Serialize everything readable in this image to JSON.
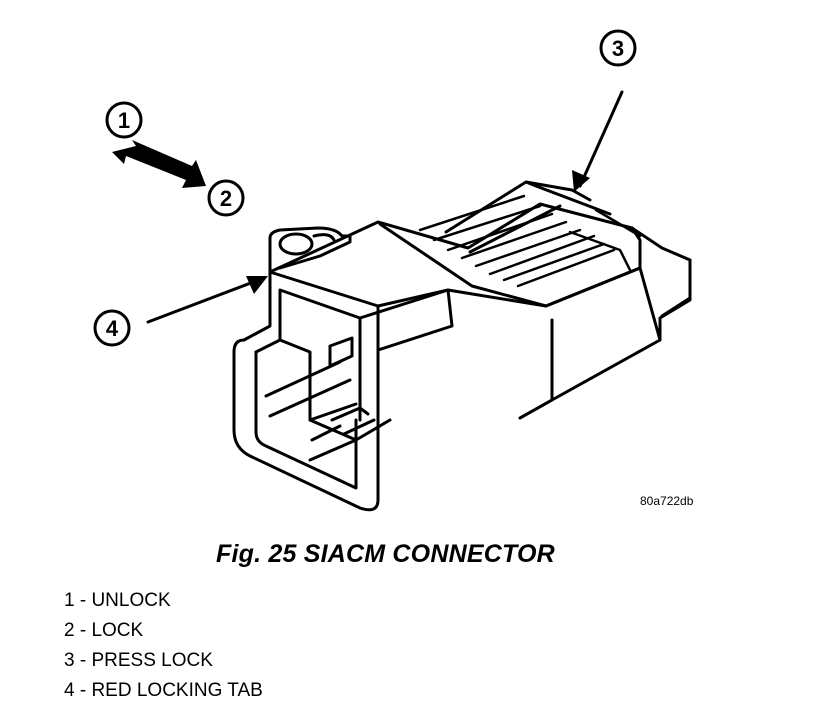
{
  "figure": {
    "callouts": [
      {
        "number": "1"
      },
      {
        "number": "2"
      },
      {
        "number": "3"
      },
      {
        "number": "4"
      }
    ],
    "code": "80a722db",
    "caption": "Fig. 25 SIACM CONNECTOR"
  },
  "legend": [
    "1 - UNLOCK",
    "2 - LOCK",
    "3 - PRESS LOCK",
    "4 - RED LOCKING TAB"
  ]
}
